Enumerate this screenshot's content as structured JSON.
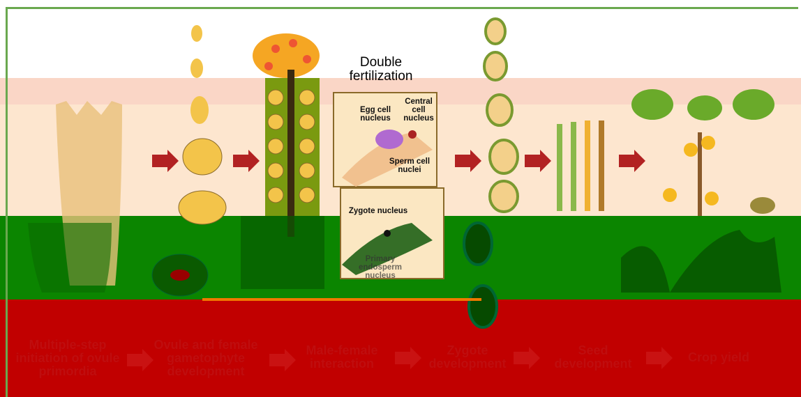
{
  "title": "Double fertilization",
  "inset_labels": {
    "egg_cell_nucleus": "Egg cell nucleus",
    "central_cell_nucleus": "Central cell nucleus",
    "sperm_cell_nuclei": "Sperm cell nuclei",
    "zygote_nucleus": "Zygote nucleus",
    "primary_endosperm_nucleus": "Primary endosperm nucleus"
  },
  "stages": [
    {
      "label": "Multiple-step initiation of ovule primordia"
    },
    {
      "label": "Ovule and female gametophyte development"
    },
    {
      "label": "Male-female interaction"
    },
    {
      "label": "Zygote development"
    },
    {
      "label": "Seed development"
    },
    {
      "label": "Crop yield"
    }
  ],
  "colors": {
    "band_pink": "#f9dcc8",
    "band_peach": "#fde6cf",
    "band_green": "#0b8a00",
    "band_red": "#c00000",
    "arrow": "#b22222",
    "frame": "#6aa84f"
  }
}
